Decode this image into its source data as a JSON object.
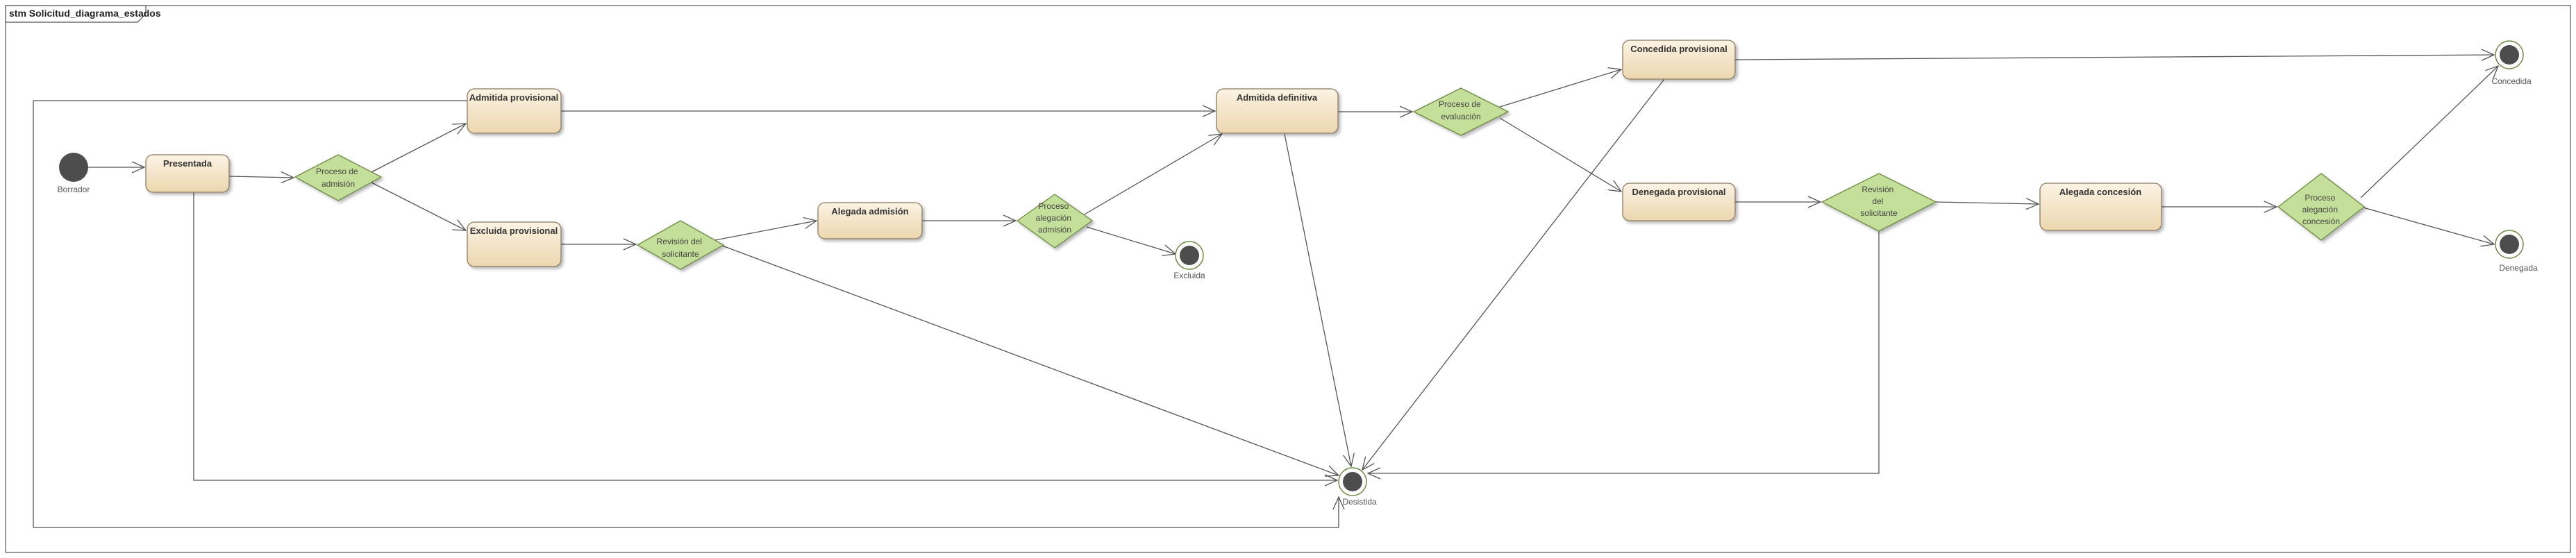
{
  "frame": {
    "title": "stm Solicitud_diagrama_estados"
  },
  "colors": {
    "state_top": "#fbf3e4",
    "state_bottom": "#ecd6ae",
    "state_border": "#8a7a62",
    "decision_fill": "#c4df99",
    "decision_border": "#6e8a45",
    "node_dark": "#4d4d4d",
    "edge": "#555555"
  },
  "initial": {
    "label": "Borrador"
  },
  "finals": {
    "excluida": {
      "label": "Excluida"
    },
    "desistida": {
      "label": "Desistida"
    },
    "concedida": {
      "label": "Concedida"
    },
    "denegada": {
      "label": "Denegada"
    }
  },
  "states": {
    "presentada": {
      "label": "Presentada"
    },
    "admitida_provisional": {
      "label": "Admitida provisional"
    },
    "excluida_provisional": {
      "label": "Excluida provisional"
    },
    "alegada_admision": {
      "label": "Alegada admisión"
    },
    "admitida_definitiva": {
      "label": "Admitida definitiva"
    },
    "concedida_provisional": {
      "label": "Concedida provisional"
    },
    "denegada_provisional": {
      "label": "Denegada provisional"
    },
    "alegada_concesion": {
      "label": "Alegada concesión"
    }
  },
  "decisions": {
    "proceso_admision": {
      "lines": [
        "Proceso de",
        "admisión"
      ]
    },
    "revision_solicitante_1": {
      "lines": [
        "Revisión del",
        "solicitante"
      ]
    },
    "proceso_alegacion_admision": {
      "lines": [
        "Proceso",
        "alegación",
        "admisión"
      ]
    },
    "proceso_evaluacion": {
      "lines": [
        "Proceso de",
        "evaluación"
      ]
    },
    "revision_solicitante_2": {
      "lines": [
        "Revisión",
        "del",
        "solicitante"
      ]
    },
    "proceso_alegacion_concesion": {
      "lines": [
        "Proceso",
        "alegación",
        "concesión"
      ]
    }
  }
}
